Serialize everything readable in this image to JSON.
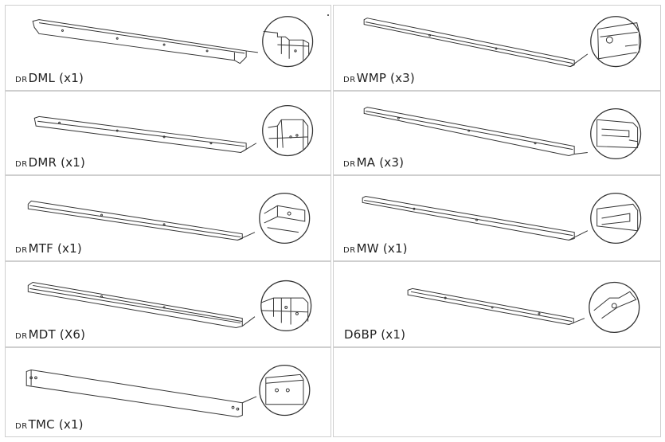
{
  "parts": [
    {
      "prefix": "DR",
      "code": "DML",
      "qty": "(x1)"
    },
    {
      "prefix": "DR",
      "code": "WMP",
      "qty": "(x3)"
    },
    {
      "prefix": "DR",
      "code": "DMR",
      "qty": "(x1)"
    },
    {
      "prefix": "DR",
      "code": "MA",
      "qty": "(x3)"
    },
    {
      "prefix": "DR",
      "code": "MTF",
      "qty": "(x1)"
    },
    {
      "prefix": "DR",
      "code": "MW",
      "qty": "(x1)"
    },
    {
      "prefix": "DR",
      "code": "MDT",
      "qty": "(X6)"
    },
    {
      "prefix": "",
      "code": "D6BP",
      "qty": "(x1)"
    },
    {
      "prefix": "DR",
      "code": "TMC",
      "qty": "(x1)"
    }
  ]
}
